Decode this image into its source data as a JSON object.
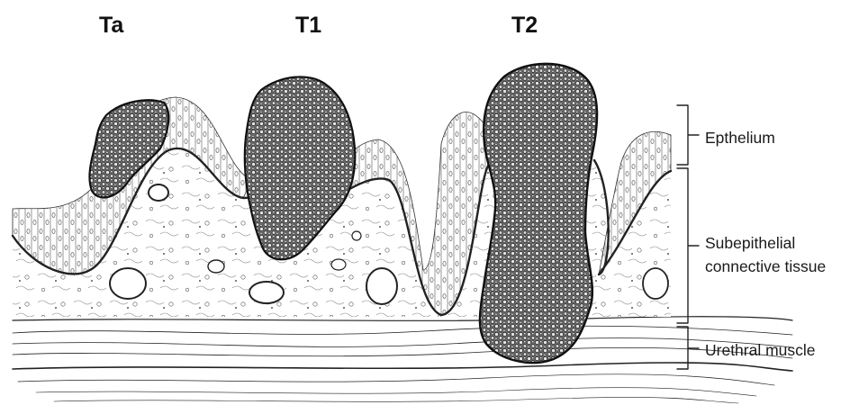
{
  "stages": {
    "ta": "Ta",
    "t1": "T1",
    "t2": "T2"
  },
  "layers": {
    "epithelium": "Epthelium",
    "subepithelial_line1": "Subepithelial",
    "subepithelial_line2": "connective tissue",
    "muscle": "Urethral muscle"
  },
  "colors": {
    "ink": "#222222",
    "tumor_fill": "#5a5a5a",
    "background": "#ffffff"
  }
}
